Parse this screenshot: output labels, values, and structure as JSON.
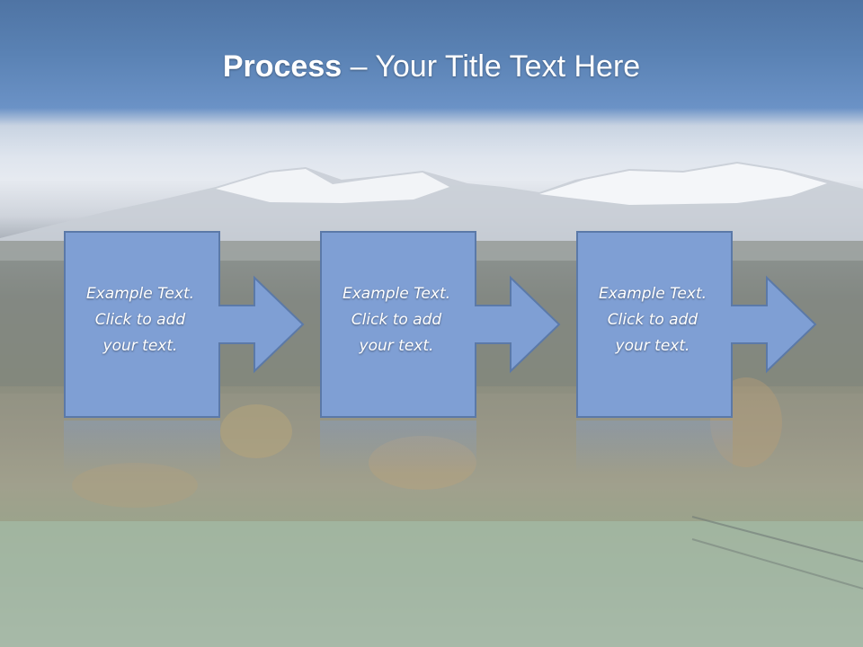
{
  "slide": {
    "title_bold": "Process",
    "title_rest": " – Your Title Text Here"
  },
  "steps": [
    {
      "line1": "Example Text.",
      "line2": "Click  to add",
      "line3": "your text."
    },
    {
      "line1": "Example Text.",
      "line2": "Click  to add",
      "line3": "your text."
    },
    {
      "line1": "Example Text.",
      "line2": "Click  to add",
      "line3": "your text."
    }
  ],
  "colors": {
    "shape_fill": "#7f9fd4",
    "shape_border": "#5b79a8",
    "title_text": "#ffffff"
  }
}
